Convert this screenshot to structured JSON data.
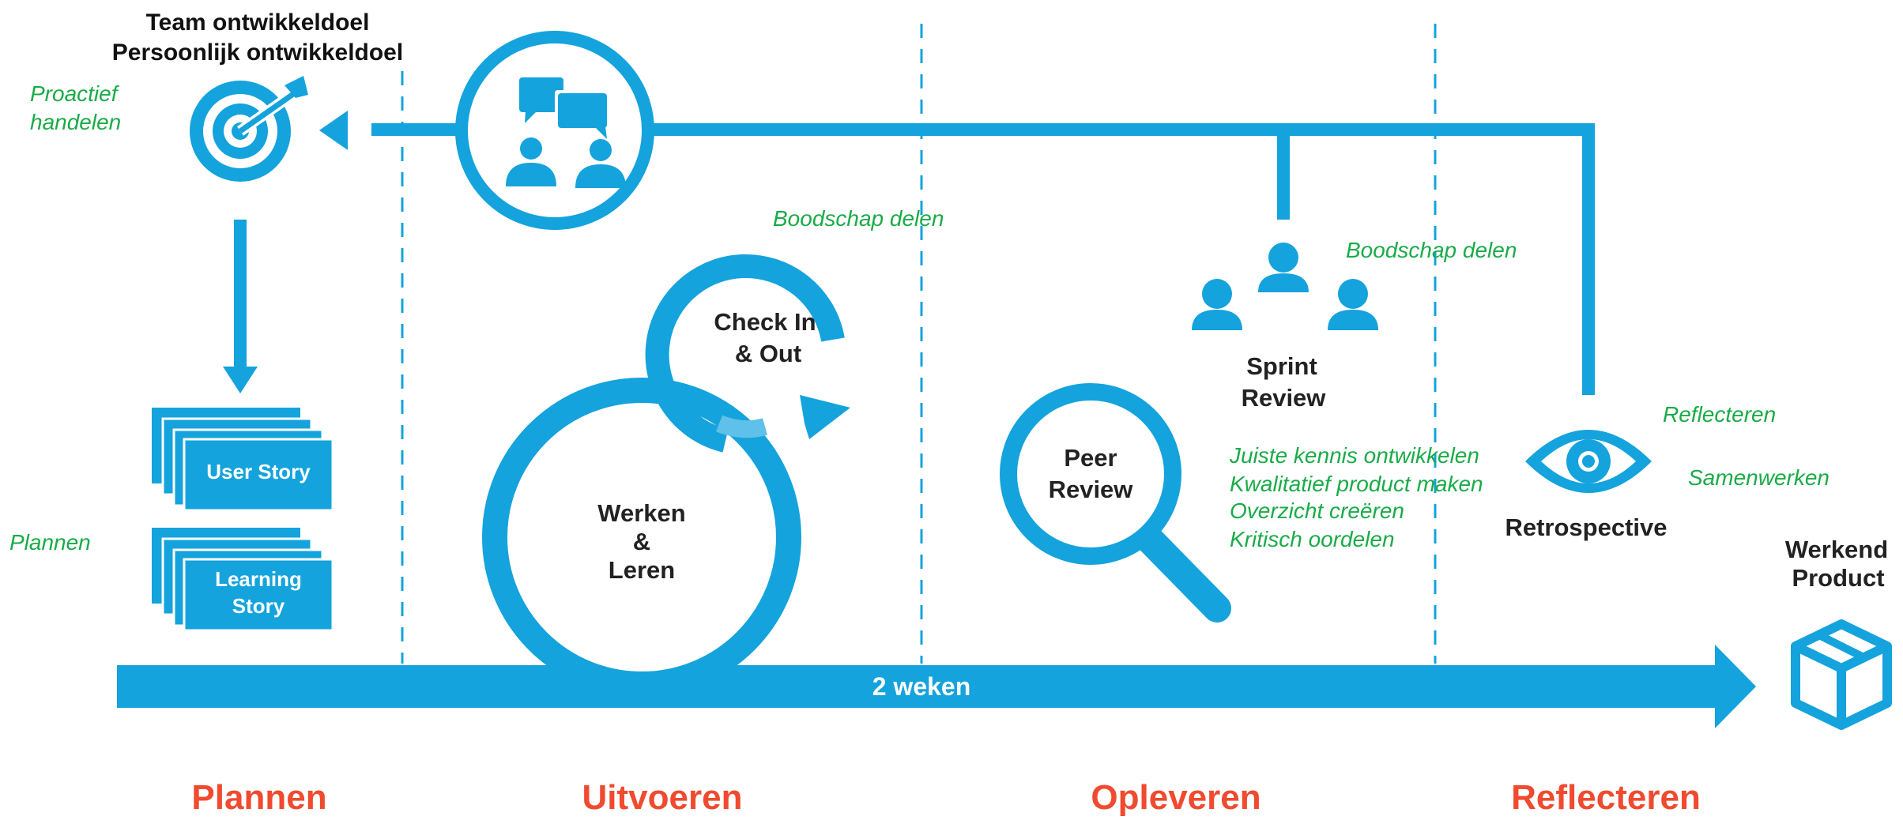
{
  "colors": {
    "primary": "#14a3dc",
    "annotation": "#1aab48",
    "phase": "#f04a2f",
    "text": "#222222"
  },
  "goals": {
    "team": "Team ontwikkeldoel",
    "personal": "Persoonlijk ontwikkeldoel"
  },
  "annotations": {
    "proactief_line1": "Proactief",
    "proactief_line2": "handelen",
    "plannen": "Plannen",
    "boodschap_1": "Boodschap delen",
    "boodschap_2": "Boodschap delen",
    "reflecteren": "Reflecteren",
    "samenwerken": "Samenwerken",
    "skills": [
      "Juiste kennis ontwikkelen",
      "Kwalitatief product maken",
      "Overzicht creëren",
      "Kritisch oordelen"
    ]
  },
  "cards": {
    "user_story": "User Story",
    "learning_line1": "Learning",
    "learning_line2": "Story"
  },
  "cycles": {
    "checkin_line1": "Check In",
    "checkin_line2": "& Out",
    "werken_line1": "Werken",
    "werken_line2": "&",
    "werken_line3": "Leren"
  },
  "reviews": {
    "peer_line1": "Peer",
    "peer_line2": "Review",
    "sprint_line1": "Sprint",
    "sprint_line2": "Review",
    "retrospective": "Retrospective"
  },
  "product": {
    "line1": "Werkend",
    "line2": "Product"
  },
  "timeline": {
    "label": "2 weken"
  },
  "phases": [
    "Plannen",
    "Uitvoeren",
    "Opleveren",
    "Reflecteren"
  ],
  "icons": [
    "target-icon",
    "chat-people-icon",
    "check-in-cycle-icon",
    "team-icon",
    "magnifier-icon",
    "eye-icon",
    "box-icon"
  ]
}
